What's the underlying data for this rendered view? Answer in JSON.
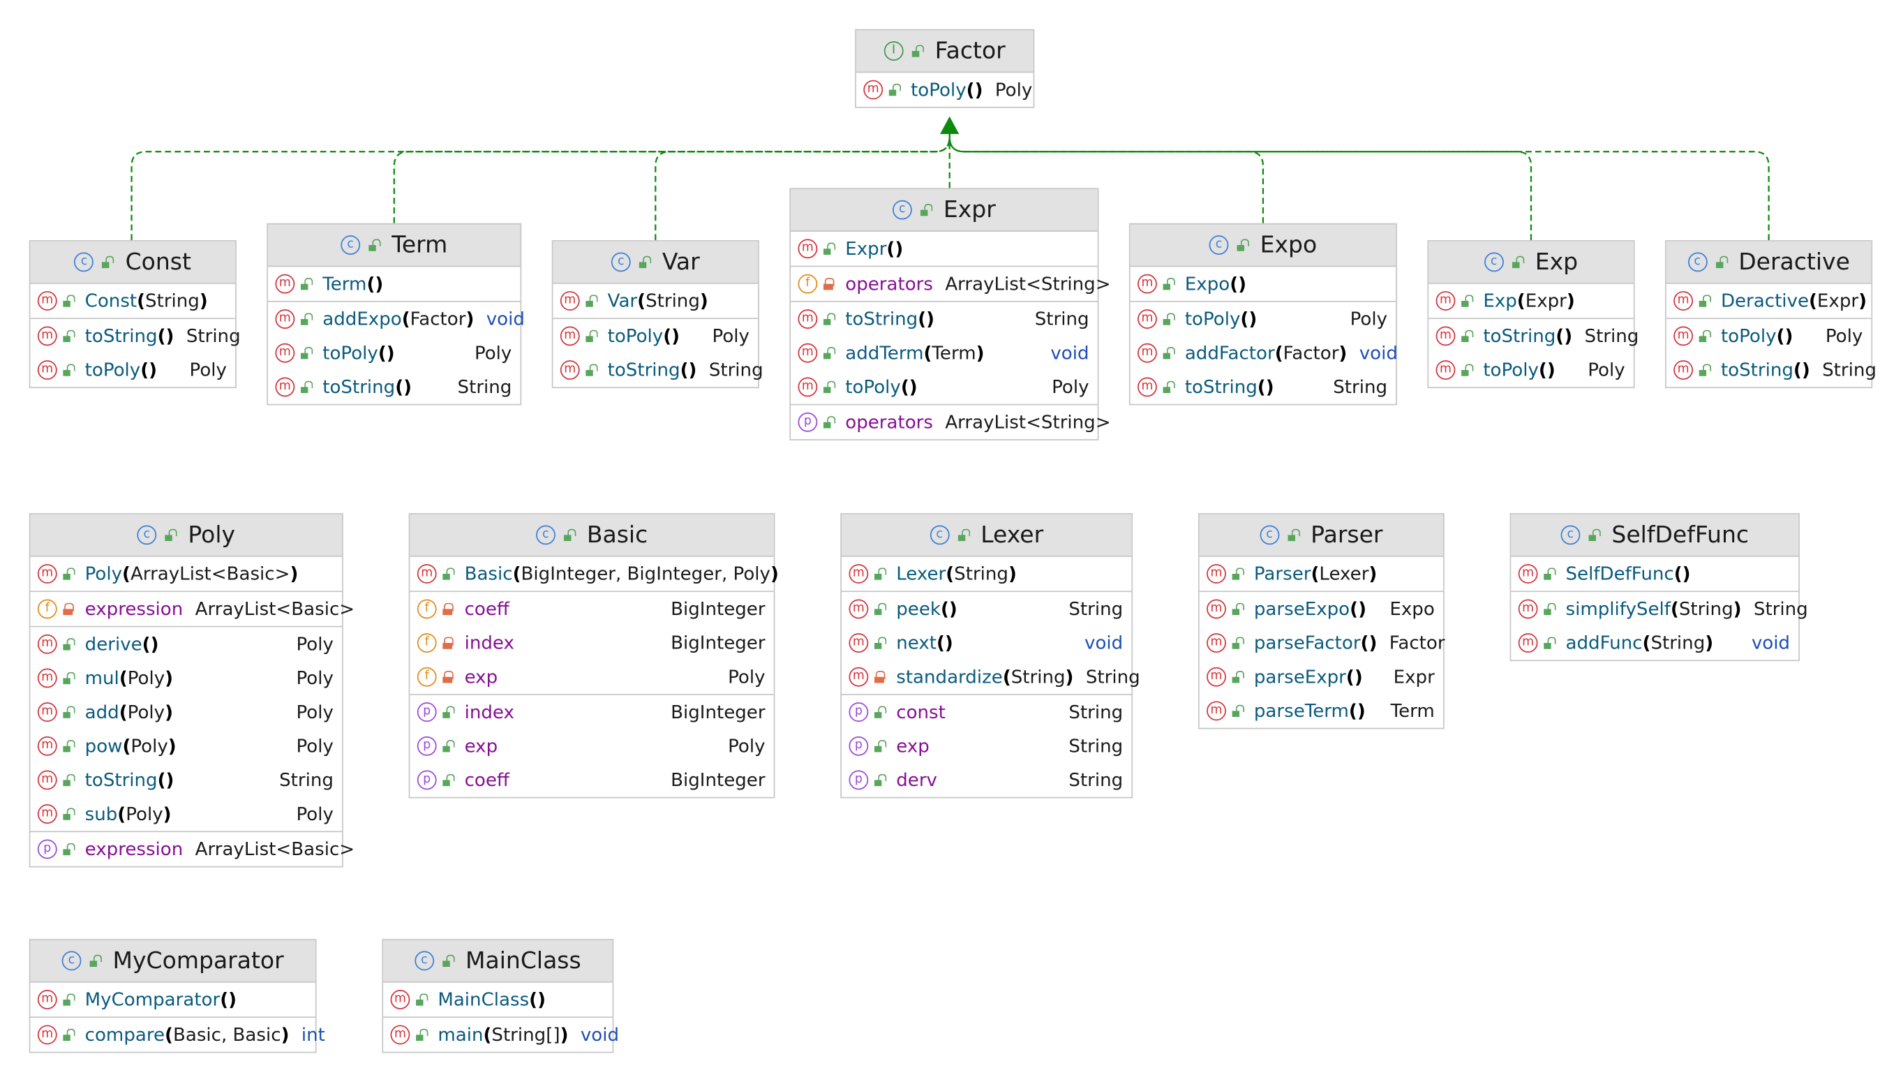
{
  "diagram": {
    "interface": {
      "name": "Factor",
      "kind": "interface",
      "members": [
        {
          "kind": "method",
          "visibility": "public",
          "name": "toPoly",
          "params": "",
          "type": "Poly"
        }
      ]
    },
    "classes": [
      {
        "name": "Const",
        "implements": "Factor",
        "sections": [
          [
            {
              "kind": "method",
              "visibility": "public",
              "name": "Const",
              "params": "String",
              "type": ""
            }
          ],
          [
            {
              "kind": "method",
              "visibility": "public",
              "name": "toString",
              "params": "",
              "type": "String"
            },
            {
              "kind": "method",
              "visibility": "public",
              "name": "toPoly",
              "params": "",
              "type": "Poly"
            }
          ]
        ]
      },
      {
        "name": "Term",
        "implements": "Factor",
        "sections": [
          [
            {
              "kind": "method",
              "visibility": "public",
              "name": "Term",
              "params": "",
              "type": ""
            }
          ],
          [
            {
              "kind": "method",
              "visibility": "public",
              "name": "addExpo",
              "params": "Factor",
              "type": "void"
            },
            {
              "kind": "method",
              "visibility": "public",
              "name": "toPoly",
              "params": "",
              "type": "Poly"
            },
            {
              "kind": "method",
              "visibility": "public",
              "name": "toString",
              "params": "",
              "type": "String"
            }
          ]
        ]
      },
      {
        "name": "Var",
        "implements": "Factor",
        "sections": [
          [
            {
              "kind": "method",
              "visibility": "public",
              "name": "Var",
              "params": "String",
              "type": ""
            }
          ],
          [
            {
              "kind": "method",
              "visibility": "public",
              "name": "toPoly",
              "params": "",
              "type": "Poly"
            },
            {
              "kind": "method",
              "visibility": "public",
              "name": "toString",
              "params": "",
              "type": "String"
            }
          ]
        ]
      },
      {
        "name": "Expr",
        "implements": "Factor",
        "sections": [
          [
            {
              "kind": "method",
              "visibility": "public",
              "name": "Expr",
              "params": "",
              "type": ""
            }
          ],
          [
            {
              "kind": "field",
              "visibility": "private",
              "name": "operators",
              "params": null,
              "type": "ArrayList<String>"
            }
          ],
          [
            {
              "kind": "method",
              "visibility": "public",
              "name": "toString",
              "params": "",
              "type": "String"
            },
            {
              "kind": "method",
              "visibility": "public",
              "name": "addTerm",
              "params": "Term",
              "type": "void"
            },
            {
              "kind": "method",
              "visibility": "public",
              "name": "toPoly",
              "params": "",
              "type": "Poly"
            }
          ],
          [
            {
              "kind": "property",
              "visibility": "public",
              "name": "operators",
              "params": null,
              "type": "ArrayList<String>"
            }
          ]
        ]
      },
      {
        "name": "Expo",
        "implements": "Factor",
        "sections": [
          [
            {
              "kind": "method",
              "visibility": "public",
              "name": "Expo",
              "params": "",
              "type": ""
            }
          ],
          [
            {
              "kind": "method",
              "visibility": "public",
              "name": "toPoly",
              "params": "",
              "type": "Poly"
            },
            {
              "kind": "method",
              "visibility": "public",
              "name": "addFactor",
              "params": "Factor",
              "type": "void"
            },
            {
              "kind": "method",
              "visibility": "public",
              "name": "toString",
              "params": "",
              "type": "String"
            }
          ]
        ]
      },
      {
        "name": "Exp",
        "implements": "Factor",
        "sections": [
          [
            {
              "kind": "method",
              "visibility": "public",
              "name": "Exp",
              "params": "Expr",
              "type": ""
            }
          ],
          [
            {
              "kind": "method",
              "visibility": "public",
              "name": "toString",
              "params": "",
              "type": "String"
            },
            {
              "kind": "method",
              "visibility": "public",
              "name": "toPoly",
              "params": "",
              "type": "Poly"
            }
          ]
        ]
      },
      {
        "name": "Deractive",
        "implements": "Factor",
        "sections": [
          [
            {
              "kind": "method",
              "visibility": "public",
              "name": "Deractive",
              "params": "Expr",
              "type": ""
            }
          ],
          [
            {
              "kind": "method",
              "visibility": "public",
              "name": "toPoly",
              "params": "",
              "type": "Poly"
            },
            {
              "kind": "method",
              "visibility": "public",
              "name": "toString",
              "params": "",
              "type": "String"
            }
          ]
        ]
      },
      {
        "name": "Poly",
        "implements": "",
        "sections": [
          [
            {
              "kind": "method",
              "visibility": "public",
              "name": "Poly",
              "params": "ArrayList<Basic>",
              "type": ""
            }
          ],
          [
            {
              "kind": "field",
              "visibility": "private",
              "name": "expression",
              "params": null,
              "type": "ArrayList<Basic>"
            }
          ],
          [
            {
              "kind": "method",
              "visibility": "public",
              "name": "derive",
              "params": "",
              "type": "Poly"
            },
            {
              "kind": "method",
              "visibility": "public",
              "name": "mul",
              "params": "Poly",
              "type": "Poly"
            },
            {
              "kind": "method",
              "visibility": "public",
              "name": "add",
              "params": "Poly",
              "type": "Poly"
            },
            {
              "kind": "method",
              "visibility": "public",
              "name": "pow",
              "params": "Poly",
              "type": "Poly"
            },
            {
              "kind": "method",
              "visibility": "public",
              "name": "toString",
              "params": "",
              "type": "String"
            },
            {
              "kind": "method",
              "visibility": "public",
              "name": "sub",
              "params": "Poly",
              "type": "Poly"
            }
          ],
          [
            {
              "kind": "property",
              "visibility": "public",
              "name": "expression",
              "params": null,
              "type": "ArrayList<Basic>"
            }
          ]
        ]
      },
      {
        "name": "Basic",
        "implements": "",
        "sections": [
          [
            {
              "kind": "method",
              "visibility": "public",
              "name": "Basic",
              "params": "BigInteger, BigInteger, Poly",
              "type": ""
            }
          ],
          [
            {
              "kind": "field",
              "visibility": "private",
              "name": "coeff",
              "params": null,
              "type": "BigInteger"
            },
            {
              "kind": "field",
              "visibility": "private",
              "name": "index",
              "params": null,
              "type": "BigInteger"
            },
            {
              "kind": "field",
              "visibility": "private",
              "name": "exp",
              "params": null,
              "type": "Poly"
            }
          ],
          [
            {
              "kind": "property",
              "visibility": "public",
              "name": "index",
              "params": null,
              "type": "BigInteger"
            },
            {
              "kind": "property",
              "visibility": "public",
              "name": "exp",
              "params": null,
              "type": "Poly"
            },
            {
              "kind": "property",
              "visibility": "public",
              "name": "coeff",
              "params": null,
              "type": "BigInteger"
            }
          ]
        ]
      },
      {
        "name": "Lexer",
        "implements": "",
        "sections": [
          [
            {
              "kind": "method",
              "visibility": "public",
              "name": "Lexer",
              "params": "String",
              "type": ""
            }
          ],
          [
            {
              "kind": "method",
              "visibility": "public",
              "name": "peek",
              "params": "",
              "type": "String"
            },
            {
              "kind": "method",
              "visibility": "public",
              "name": "next",
              "params": "",
              "type": "void"
            },
            {
              "kind": "method",
              "visibility": "private",
              "name": "standardize",
              "params": "String",
              "type": "String"
            }
          ],
          [
            {
              "kind": "property",
              "visibility": "public",
              "name": "const",
              "params": null,
              "type": "String"
            },
            {
              "kind": "property",
              "visibility": "public",
              "name": "exp",
              "params": null,
              "type": "String"
            },
            {
              "kind": "property",
              "visibility": "public",
              "name": "derv",
              "params": null,
              "type": "String"
            }
          ]
        ]
      },
      {
        "name": "Parser",
        "implements": "",
        "sections": [
          [
            {
              "kind": "method",
              "visibility": "public",
              "name": "Parser",
              "params": "Lexer",
              "type": ""
            }
          ],
          [
            {
              "kind": "method",
              "visibility": "public",
              "name": "parseExpo",
              "params": "",
              "type": "Expo"
            },
            {
              "kind": "method",
              "visibility": "public",
              "name": "parseFactor",
              "params": "",
              "type": "Factor"
            },
            {
              "kind": "method",
              "visibility": "public",
              "name": "parseExpr",
              "params": "",
              "type": "Expr"
            },
            {
              "kind": "method",
              "visibility": "public",
              "name": "parseTerm",
              "params": "",
              "type": "Term"
            }
          ]
        ]
      },
      {
        "name": "SelfDefFunc",
        "implements": "",
        "sections": [
          [
            {
              "kind": "method",
              "visibility": "public",
              "name": "SelfDefFunc",
              "params": "",
              "type": ""
            }
          ],
          [
            {
              "kind": "method",
              "visibility": "public",
              "name": "simplifySelf",
              "params": "String",
              "type": "String"
            },
            {
              "kind": "method",
              "visibility": "public",
              "name": "addFunc",
              "params": "String",
              "type": "void"
            }
          ]
        ]
      },
      {
        "name": "MyComparator",
        "implements": "",
        "sections": [
          [
            {
              "kind": "method",
              "visibility": "public",
              "name": "MyComparator",
              "params": "",
              "type": ""
            }
          ],
          [
            {
              "kind": "method",
              "visibility": "public",
              "name": "compare",
              "params": "Basic, Basic",
              "type": "int"
            }
          ]
        ]
      },
      {
        "name": "MainClass",
        "implements": "",
        "sections": [
          [
            {
              "kind": "method",
              "visibility": "public",
              "name": "MainClass",
              "params": "",
              "type": ""
            }
          ],
          [
            {
              "kind": "method",
              "visibility": "public",
              "name": "main",
              "params": "String[]",
              "type": "void"
            }
          ]
        ]
      }
    ],
    "icon_letters": {
      "class": "c",
      "interface": "I",
      "method": "m",
      "field": "f",
      "property": "p"
    },
    "colors": {
      "header_bg": "#e2e2e2",
      "border": "#c6c6c6",
      "method_name": "#0a5a7d",
      "field_name": "#871094",
      "void_type": "#1d4fb5",
      "realization_edge": "#0b8a0b",
      "class_icon": "#3d7fd8",
      "interface_icon": "#3d9a4b",
      "method_icon": "#d3333a",
      "field_icon": "#e28b17",
      "property_icon": "#9b48d6"
    }
  }
}
